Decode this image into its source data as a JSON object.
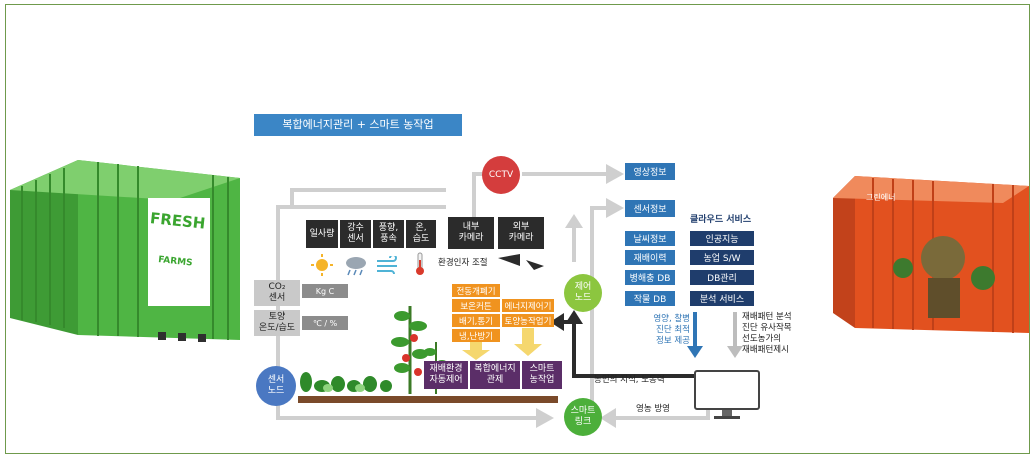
{
  "title": "복합에너지관리 + 스마트 농작업",
  "sensors": [
    {
      "label": "일사량"
    },
    {
      "label": "강수\n센서"
    },
    {
      "label": "풍향,\n풍속"
    },
    {
      "label": "온,\n습도"
    }
  ],
  "cameras": {
    "inner": "내부\n카메라",
    "outer": "외부\n카메라"
  },
  "cctv": "CCTV",
  "env_control": "환경인자 조절",
  "co2": {
    "label": "CO₂\n센서",
    "value": "Kg C"
  },
  "soil": {
    "label": "토양\n온도/습도",
    "value": "℃ / %"
  },
  "sensor_node": "센서\n노드",
  "control_node": "제어\n노드",
  "smart_link": "스마트\n링크",
  "orange_left": [
    "전동개폐기",
    "보온커튼",
    "배기,통기",
    "냉,난방기"
  ],
  "orange_right": [
    "에너지제어기",
    "토양농작업기"
  ],
  "purple": [
    "재배환경\n자동제어",
    "복합에너지\n관제",
    "스마트\n농작업"
  ],
  "right_info": {
    "video": "영상정보",
    "sensor": "센서정보"
  },
  "cloud_title": "클라우드 서비스",
  "info_left": [
    "날씨정보",
    "재배이력",
    "병해충 DB",
    "작물 DB"
  ],
  "info_right": [
    "인공지능",
    "농업 S/W",
    "DB관리",
    "분석 서비스"
  ],
  "bottom_blue": "영양, 찰병\n진단 최적\n정보 제공",
  "bottom_gray": "재배패턴 분석\n진단 유사작목\n선도농가의\n재배패턴제시",
  "farmer_knowledge": "농민의 지식, 노동력",
  "farming_apply": "영농 방영",
  "left_container": {
    "line1": "FRESH",
    "line2": "FARMS"
  },
  "right_container": "그린에너"
}
